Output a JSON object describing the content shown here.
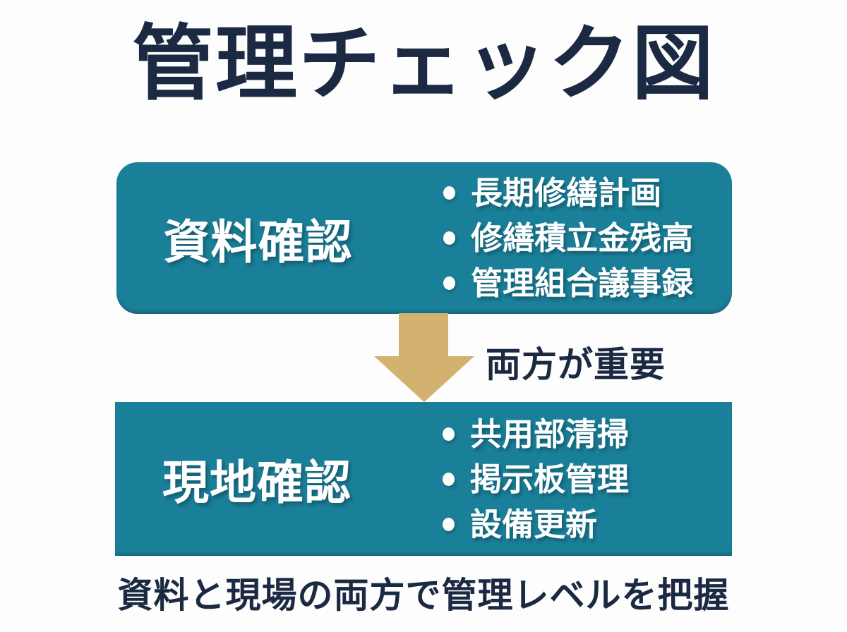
{
  "page": {
    "title": "管理チェック図"
  },
  "colors": {
    "teal": "#1a7f98",
    "arrow_gold": "#d2b26e",
    "navy": "#1b2a42",
    "text_on_teal": "#ffffff",
    "background": "#fdfdfd"
  },
  "boxes": [
    {
      "label": "資料確認",
      "items": [
        "長期修繕計画",
        "修繕積立金残高",
        "管理組合議事録"
      ]
    },
    {
      "label": "現地確認",
      "items": [
        "共用部清掃",
        "掲示板管理",
        "設備更新"
      ]
    }
  ],
  "arrow": {
    "icon": "down-arrow-icon",
    "caption": "両方が重要"
  },
  "footer": {
    "text": "資料と現場の両方で管理レベルを把握"
  }
}
